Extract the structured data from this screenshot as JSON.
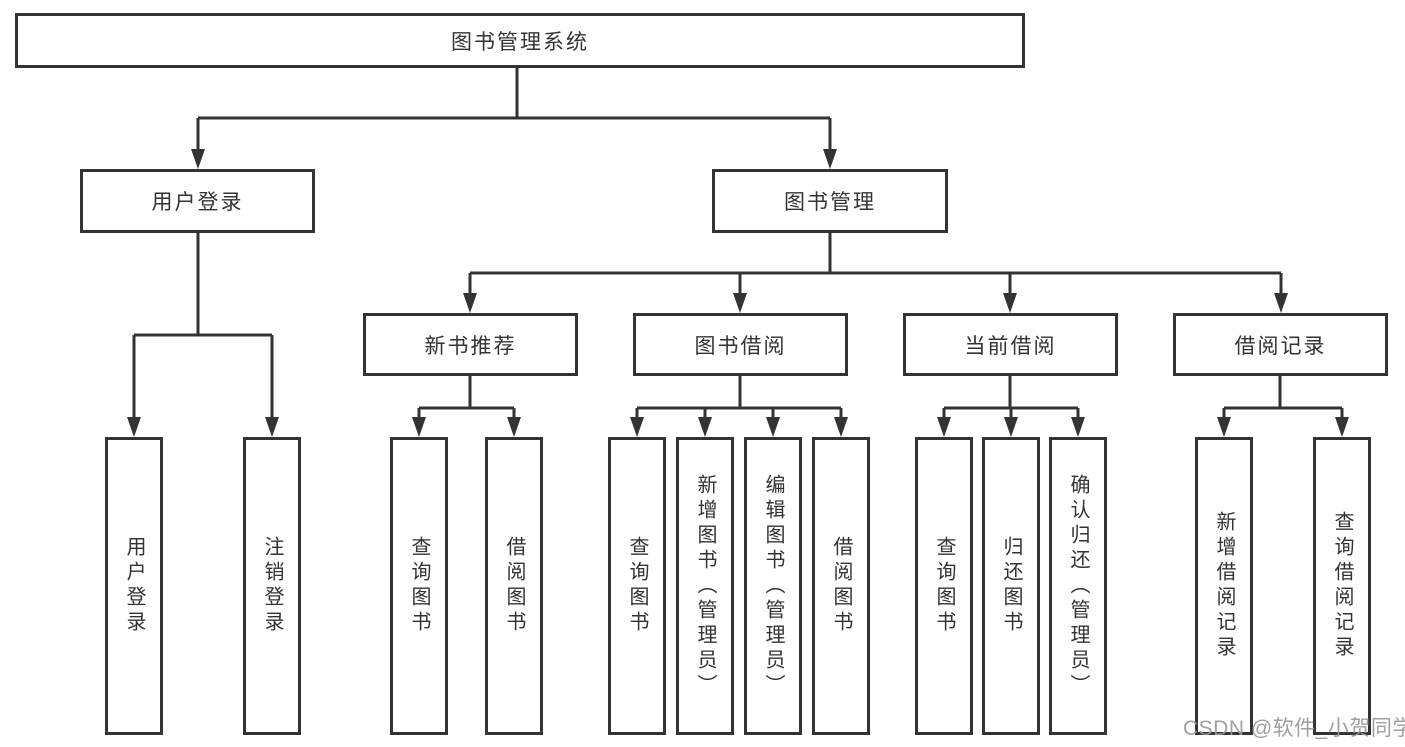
{
  "diagram": {
    "root": {
      "label": "图书管理系统"
    },
    "branches": [
      {
        "label": "用户登录",
        "children": [
          {
            "label": "用户登录"
          },
          {
            "label": "注销登录"
          }
        ]
      },
      {
        "label": "图书管理",
        "children": [
          {
            "label": "新书推荐",
            "children": [
              {
                "label": "查询图书"
              },
              {
                "label": "借阅图书"
              }
            ]
          },
          {
            "label": "图书借阅",
            "children": [
              {
                "label": "查询图书"
              },
              {
                "label": "新增图书（管理员）"
              },
              {
                "label": "编辑图书（管理员）"
              },
              {
                "label": "借阅图书"
              }
            ]
          },
          {
            "label": "当前借阅",
            "children": [
              {
                "label": "查询图书"
              },
              {
                "label": "归还图书"
              },
              {
                "label": "确认归还（管理员）"
              }
            ]
          },
          {
            "label": "借阅记录",
            "children": [
              {
                "label": "新增借阅记录"
              },
              {
                "label": "查询借阅记录"
              }
            ]
          }
        ]
      }
    ]
  },
  "watermark": "CSDN @软件_小贺同学",
  "colors": {
    "line": "#333333",
    "box_border": "#333333",
    "box_background": "#ffffff",
    "text": "#333333",
    "watermark": "#98989c"
  }
}
